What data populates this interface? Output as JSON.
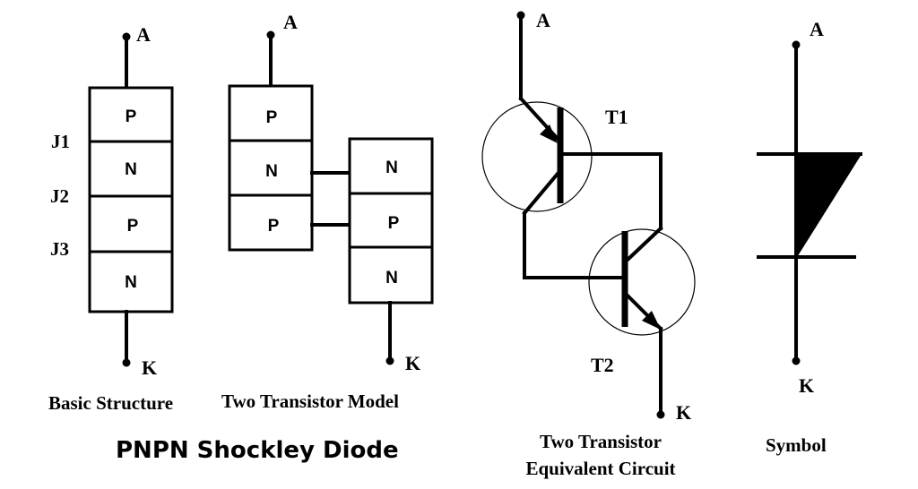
{
  "basic_structure": {
    "anode_label": "A",
    "cathode_label": "K",
    "layers": [
      "P",
      "N",
      "P",
      "N"
    ],
    "junctions": [
      "J1",
      "J2",
      "J3"
    ],
    "caption": "Basic Structure"
  },
  "two_transistor_model": {
    "anode_label": "A",
    "cathode_label": "K",
    "left_layers": [
      "P",
      "N",
      "P"
    ],
    "right_layers": [
      "N",
      "P",
      "N"
    ],
    "caption": "Two Transistor Model"
  },
  "equivalent_circuit": {
    "anode_label": "A",
    "cathode_label": "K",
    "t1_label": "T1",
    "t2_label": "T2",
    "caption_line1": "Two Transistor",
    "caption_line2": "Equivalent Circuit"
  },
  "symbol": {
    "anode_label": "A",
    "cathode_label": "K",
    "caption": "Symbol"
  },
  "main_title": "PNPN Shockley Diode"
}
